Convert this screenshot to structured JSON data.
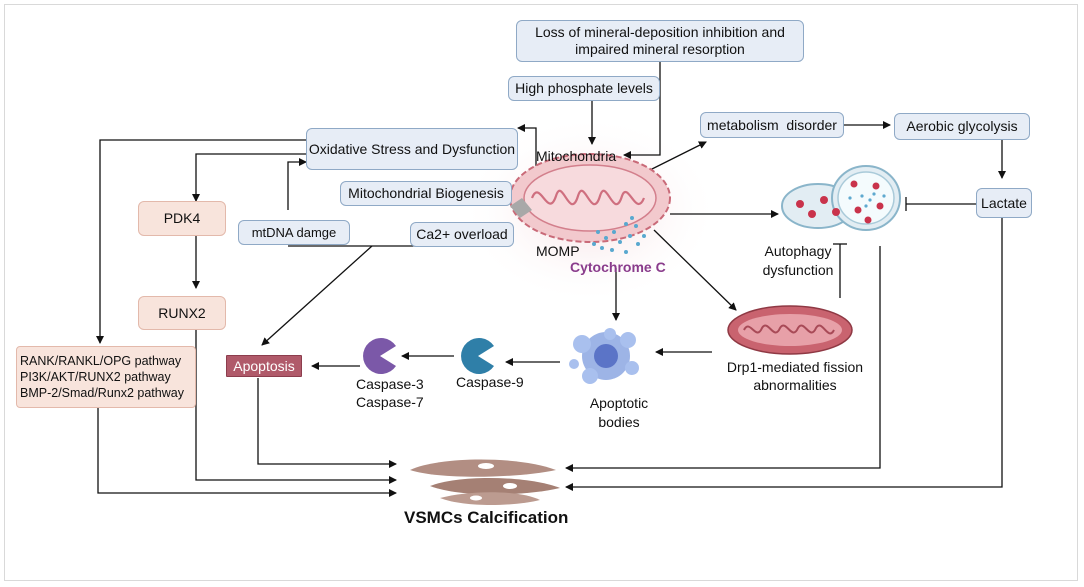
{
  "nodes": {
    "loss_mineral": "Loss of mineral-deposition inhibition and impaired mineral resorption",
    "high_phosphate": "High phosphate levels",
    "oxidative_stress": "Oxidative Stress and Dysfunction",
    "mito_biogenesis": "Mitochondrial Biogenesis",
    "mtdna_damage": "mtDNA damge",
    "ca_overload": "Ca2+ overload",
    "pdk4": "PDK4",
    "runx2": "RUNX2",
    "pathways": [
      "RANK/RANKL/OPG pathway",
      "PI3K/AKT/RUNX2 pathway",
      "BMP-2/Smad/Runx2 pathway"
    ],
    "apoptosis": "Apoptosis",
    "caspase_3": "Caspase-3",
    "caspase_7": "Caspase-7",
    "caspase_9": "Caspase-9",
    "apoptotic_bodies": "Apoptotic bodies",
    "mitochondria": "Mitochondria",
    "momp": "MOMP",
    "cytochrome_c": "Cytochrome C",
    "metabolism_disorder": "metabolism  disorder",
    "aerobic_glycolysis": "Aerobic glycolysis",
    "lactate": "Lactate",
    "autophagy_dysfunction": "Autophagy dysfunction",
    "drp1": "Drp1-mediated fission abnormalities",
    "vsmcs": "VSMCs Calcification"
  },
  "colors": {
    "box_fill": "#e7edf6",
    "box_border": "#8fa9c6",
    "pink_fill": "#f8e4dc",
    "apoptosis_fill": "#b05a6a",
    "cytochrome_text": "#8a3c8c",
    "caspase_purple": "#7b58a8",
    "caspase_blue": "#2f7fa8",
    "mito_fill": "#f2c9cd",
    "cell_fill": "#b28e83"
  }
}
